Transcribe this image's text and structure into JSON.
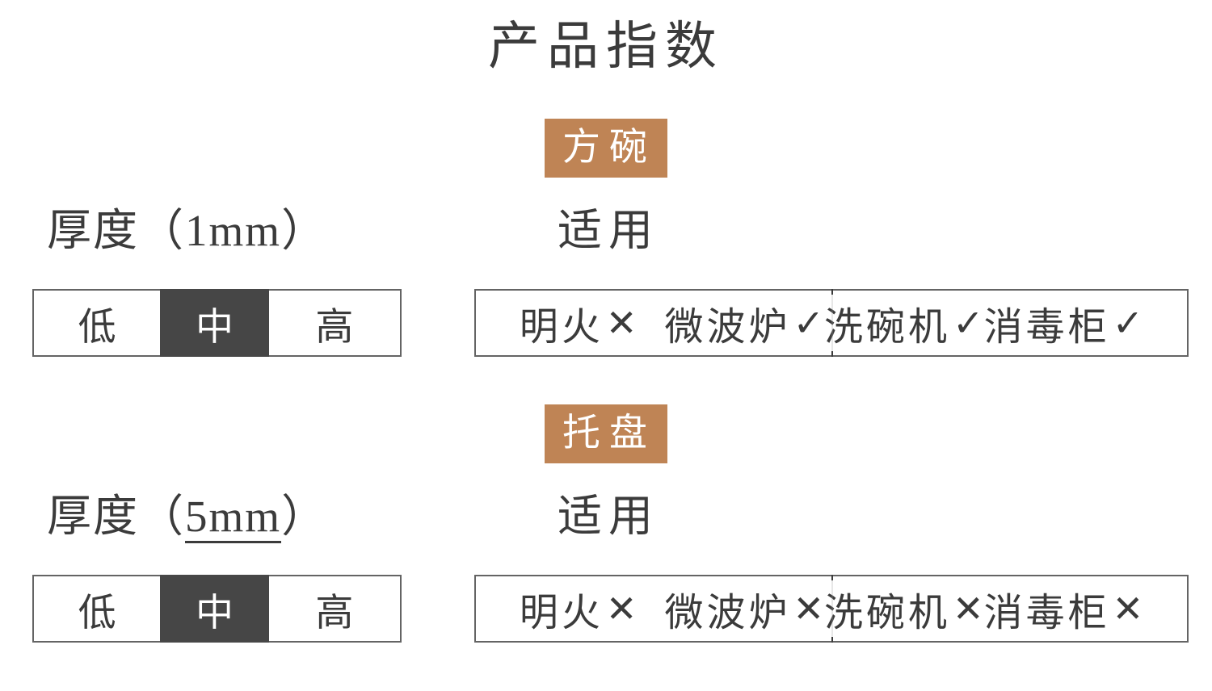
{
  "title": "产品指数",
  "colors": {
    "accent_badge": "#bf8455",
    "selected_level_bg": "#464646",
    "text": "#3b3b3b",
    "box_border": "#646464"
  },
  "sections": [
    {
      "badge": "方碗",
      "thickness": {
        "prefix": "厚度（",
        "value": "1mm",
        "suffix": "）"
      },
      "applicable_label": "适用",
      "levels": [
        {
          "label": "低",
          "selected": false
        },
        {
          "label": "中",
          "selected": true
        },
        {
          "label": "高",
          "selected": false
        }
      ],
      "items": [
        {
          "label": "明火",
          "mark": "✕"
        },
        {
          "label": "微波炉",
          "mark": "✓"
        },
        {
          "label": "洗碗机",
          "mark": "✓"
        },
        {
          "label": "消毒柜",
          "mark": "✓"
        }
      ]
    },
    {
      "badge": "托盘",
      "thickness": {
        "prefix": "厚度（",
        "value": "5mm",
        "suffix": "）"
      },
      "applicable_label": "适用",
      "levels": [
        {
          "label": "低",
          "selected": false
        },
        {
          "label": "中",
          "selected": true
        },
        {
          "label": "高",
          "selected": false
        }
      ],
      "items": [
        {
          "label": "明火",
          "mark": "✕"
        },
        {
          "label": "微波炉",
          "mark": "✕"
        },
        {
          "label": "洗碗机",
          "mark": "✕"
        },
        {
          "label": "消毒柜",
          "mark": "✕"
        }
      ]
    }
  ]
}
